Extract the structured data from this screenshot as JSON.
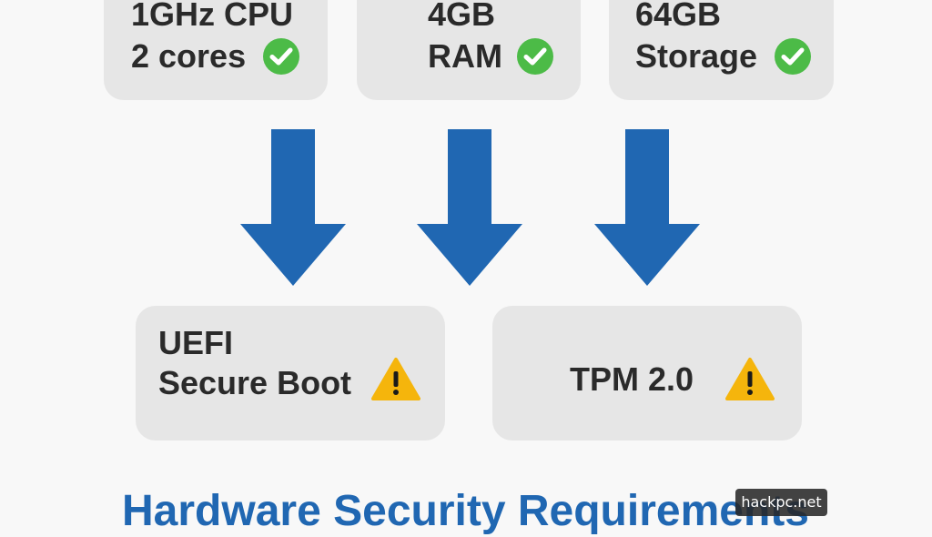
{
  "colors": {
    "background": "#f8f8f8",
    "box_fill": "#e6e6e6",
    "text": "#2a2a2a",
    "arrow": "#2067b2",
    "check": "#4cbb47",
    "warning": "#f5b50c",
    "title": "#2067b2"
  },
  "top_boxes": [
    {
      "line1": "1GHz CPU",
      "line2": "2 cores",
      "status_icon": "check-circle-icon"
    },
    {
      "line1": "4GB",
      "line2": "RAM",
      "status_icon": "check-circle-icon"
    },
    {
      "line1": "64GB",
      "line2": "Storage",
      "status_icon": "check-circle-icon"
    }
  ],
  "bottom_boxes": [
    {
      "line1": "UEFI",
      "line2": "Secure Boot",
      "status_icon": "warning-triangle-icon"
    },
    {
      "line1": "TPM 2.0",
      "status_icon": "warning-triangle-icon"
    }
  ],
  "title": "Hardware Security Requirements",
  "watermark": "hackpc.net"
}
